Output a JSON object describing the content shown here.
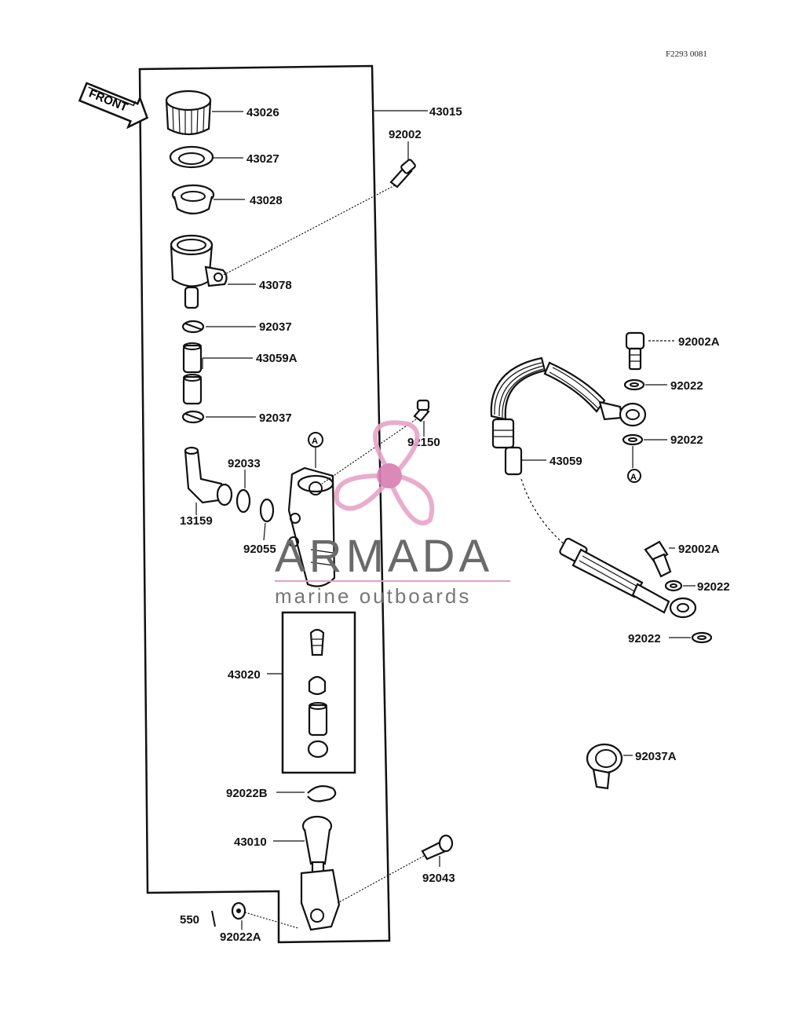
{
  "diagram": {
    "reference": "F2293 0081",
    "front_label": "FRONT",
    "circle_marker": "A",
    "parts": {
      "p43026": "43026",
      "p43015": "43015",
      "p92002": "92002",
      "p43027": "43027",
      "p43028": "43028",
      "p43078": "43078",
      "p92037_top": "92037",
      "p43059A": "43059A",
      "p92037_bottom": "92037",
      "p92150": "92150",
      "p92033": "92033",
      "p13159": "13159",
      "p92055": "92055",
      "p43020": "43020",
      "p92022B": "92022B",
      "p43010": "43010",
      "p92043": "92043",
      "p550": "550",
      "p92022A": "92022A",
      "p92002A_top": "92002A",
      "p92022_r1": "92022",
      "p92022_r2": "92022",
      "p43059": "43059",
      "p92002A_mid": "92002A",
      "p92022_r3": "92022",
      "p92022_r4": "92022",
      "p92037A": "92037A"
    }
  },
  "watermark": {
    "brand": "ARMADA",
    "tagline": "marine outboards",
    "colors": {
      "propeller": "#e8a6c8",
      "hub": "#d97fb4",
      "text": "#6a6a6a",
      "rule": "#e3a0c4"
    }
  }
}
